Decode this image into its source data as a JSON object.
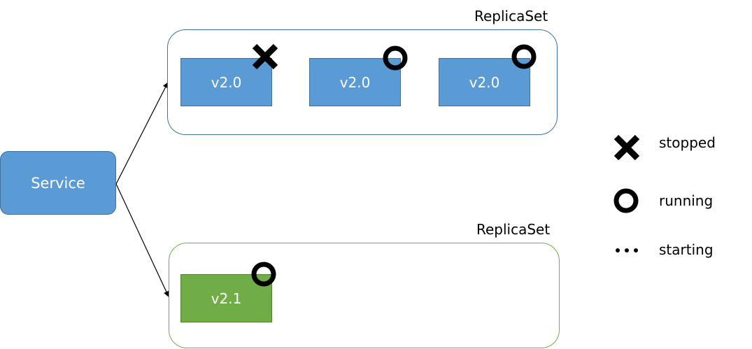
{
  "service": {
    "label": "Service"
  },
  "replicasets": [
    {
      "label": "ReplicaSet",
      "pods": [
        {
          "version": "v2.0",
          "status": "stopped"
        },
        {
          "version": "v2.0",
          "status": "running"
        },
        {
          "version": "v2.0",
          "status": "running"
        }
      ]
    },
    {
      "label": "ReplicaSet",
      "pods": [
        {
          "version": "v2.1",
          "status": "running"
        }
      ]
    }
  ],
  "legend": {
    "stopped": "stopped",
    "running": "running",
    "starting": "starting"
  },
  "colors": {
    "pod_v2_0": "#5b9bd5",
    "pod_v2_1": "#70ad47",
    "replicaset_top_border": "#41719c",
    "replicaset_bottom_border": "#70ad47"
  },
  "icons": {
    "stopped": "cross-icon",
    "running": "ring-icon",
    "starting": "dots-icon"
  }
}
